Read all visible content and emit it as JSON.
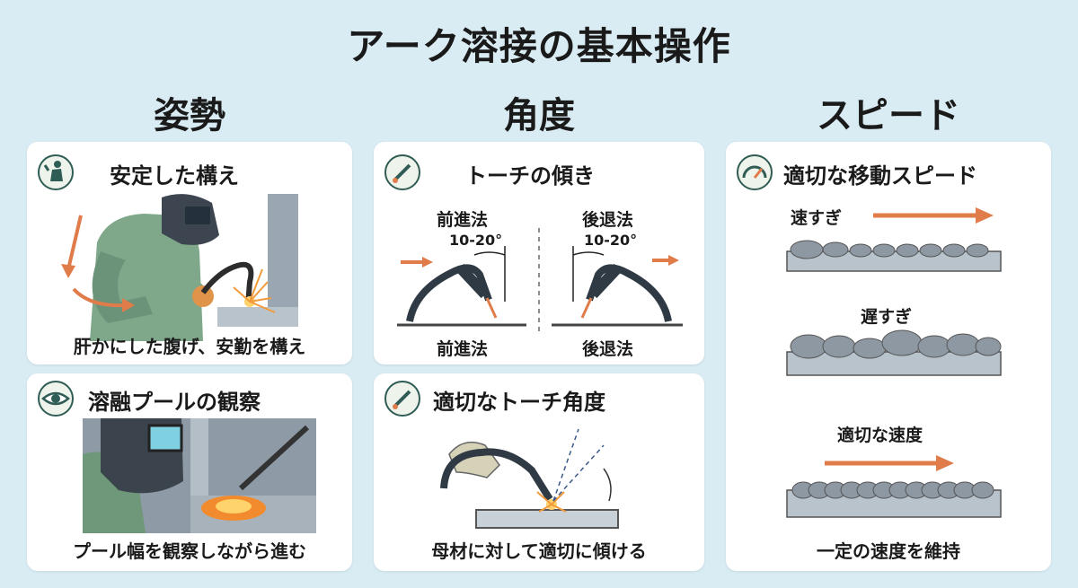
{
  "title": "アーク溶接の基本操作",
  "columns": {
    "posture": "姿勢",
    "angle": "角度",
    "speed": "スピード"
  },
  "cards": {
    "stance": {
      "title": "安定した構え",
      "caption": "肝かにした腹げ、安勤を構え",
      "icon": "welder-figure-icon"
    },
    "pool": {
      "title": "溶融プールの観察",
      "caption": "プール幅を観察しながら進む",
      "icon": "eye-icon"
    },
    "torch_tilt": {
      "title": "トーチの傾き",
      "left_label": "前進法",
      "left_angle": "10-20°",
      "left_caption": "前進法",
      "right_label": "後退法",
      "right_angle": "10-20°",
      "right_caption": "後退法",
      "icon": "torch-icon"
    },
    "torch_angle": {
      "title": "適切なトーチ角度",
      "caption": "母材に対して適切に傾ける",
      "icon": "torch-icon"
    },
    "travel_speed": {
      "title": "適切な移動スピード",
      "fast": "速すぎ",
      "slow": "遅すぎ",
      "right": "適切な速度",
      "caption": "一定の速度を維持",
      "icon": "gauge-icon"
    }
  },
  "colors": {
    "background": "#d9ecf3",
    "accent_arrow": "#e07b4a",
    "icon_green": "#2f5d55",
    "bead_gray": "#8d98a3"
  }
}
